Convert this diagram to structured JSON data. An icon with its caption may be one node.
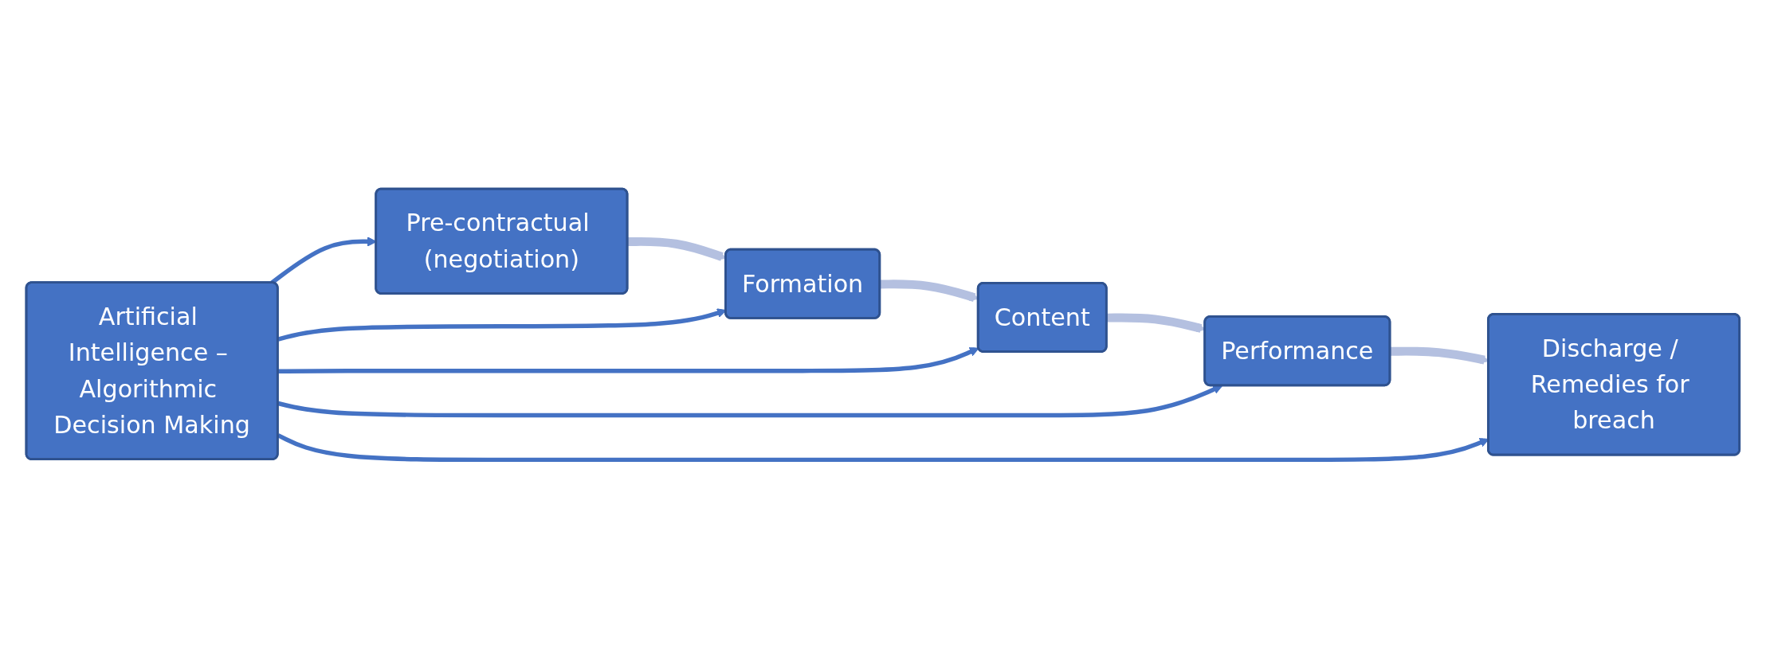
{
  "diagram": {
    "nodes": [
      {
        "text": [
          "Pre-contractual (negotiation)"
        ]
      },
      {
        "text": [
          "Formation"
        ]
      },
      {
        "text": [
          "Content"
        ]
      },
      {
        "text": [
          "Performance"
        ]
      },
      {
        "text": [
          "Discharge / Remedies for breach"
        ]
      },
      {
        "text": [
          "Artificial Intelligence – Algorithmic Decision Making"
        ]
      }
    ],
    "edges": [
      {
        "from": 0,
        "to": 1,
        "arrow": "to",
        "style": "thick",
        "color": "#b4c0e0"
      },
      {
        "from": 1,
        "to": 2,
        "arrow": "to",
        "style": "thick",
        "color": "#b4c0e0"
      },
      {
        "from": 2,
        "to": 3,
        "arrow": "to",
        "style": "thick",
        "color": "#b4c0e0"
      },
      {
        "from": 3,
        "to": 4,
        "arrow": "to",
        "style": "thick",
        "color": "#b4c0e0"
      },
      {
        "from": 5,
        "to": 0,
        "arrow": "to"
      },
      {
        "from": 5,
        "to": 1,
        "arrow": "to"
      },
      {
        "from": 5,
        "to": 2,
        "arrow": "to"
      },
      {
        "from": 5,
        "to": 3,
        "arrow": "to"
      },
      {
        "from": 5,
        "to": 4,
        "arrow": "to"
      }
    ]
  }
}
